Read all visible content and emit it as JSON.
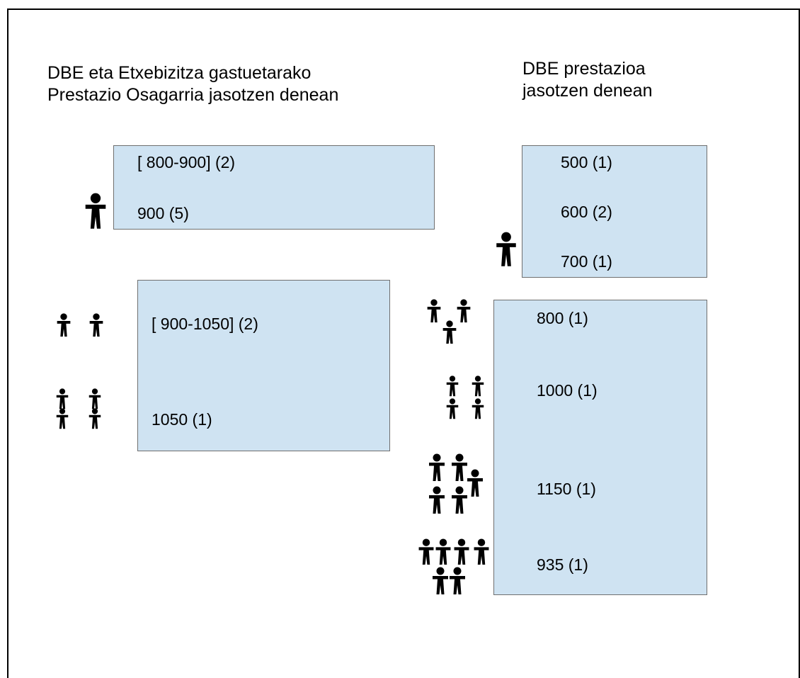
{
  "left": {
    "heading_line1": "DBE eta Etxebizitza gastuetarako",
    "heading_line2": "Prestazio Osagarria jasotzen denean",
    "box1": {
      "line1": "[ 800-900] (2)",
      "line2": "900 (5)"
    },
    "box2": {
      "line1": "[ 900-1050] (2)",
      "line2": "1050 (1)"
    }
  },
  "right": {
    "heading_line1": "DBE prestazioa",
    "heading_line2": "jasotzen denean",
    "box1": {
      "line1": "500 (1)",
      "line2": "600 (2)",
      "line3": "700 (1)"
    },
    "box2": {
      "line1": "800 (1)",
      "line2": "1000 (1)",
      "line3": "1150 (1)",
      "line4": "935 (1)"
    }
  },
  "icons": {
    "person_icon": "person-figure",
    "fill_color": "#000000"
  },
  "colors": {
    "box_fill": "#cfe3f2",
    "box_border": "#6f6f6f"
  }
}
